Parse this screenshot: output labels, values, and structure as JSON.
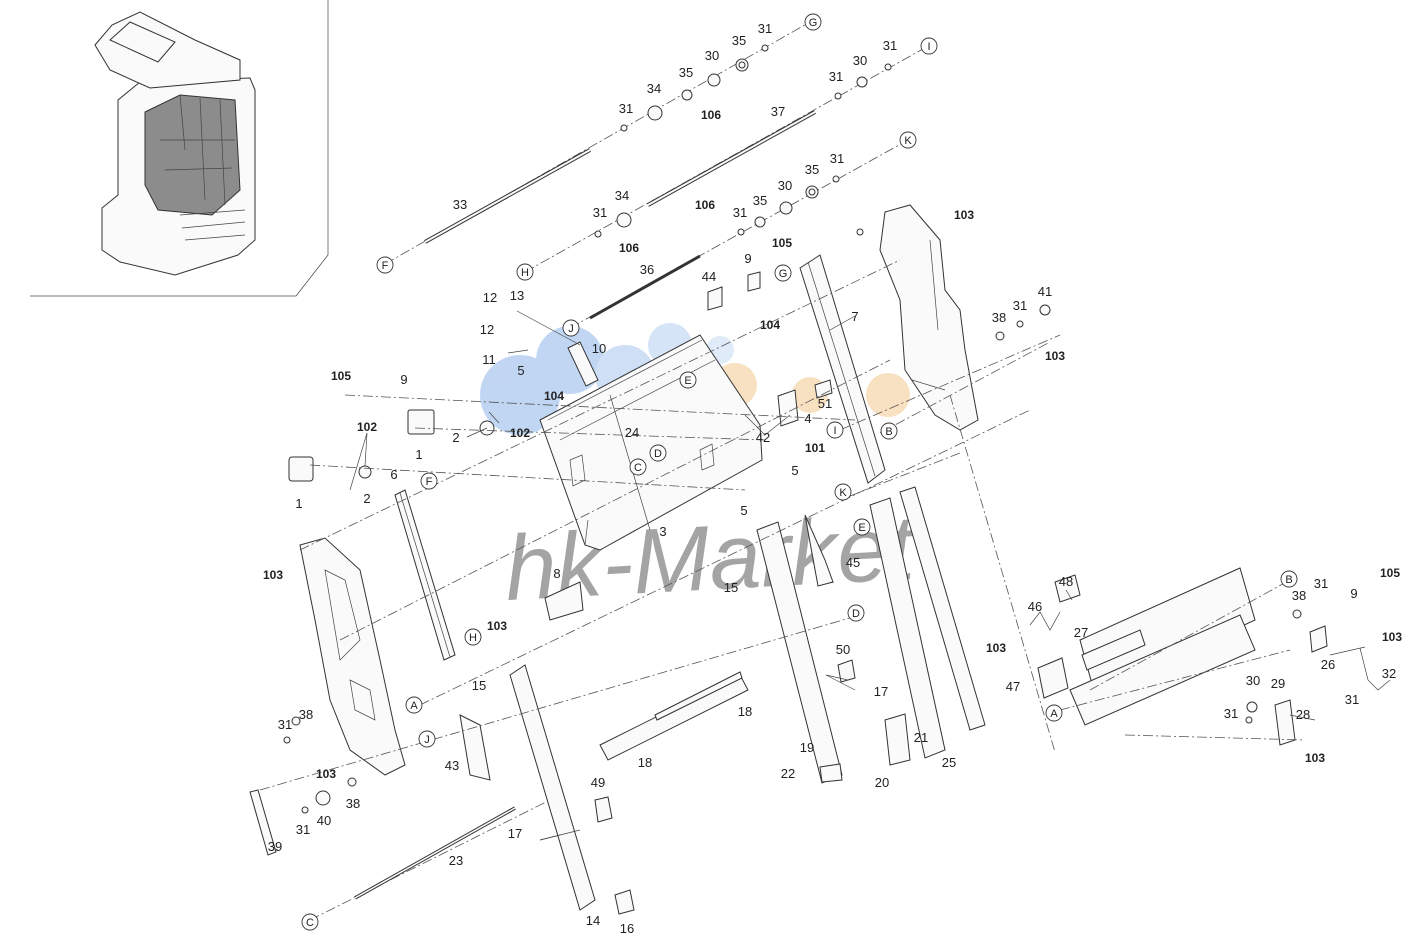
{
  "watermark": {
    "text": "hk-Market",
    "color": "#e8b0aa"
  },
  "colors": {
    "line": "#333333",
    "paper": "#ffffff",
    "shade": "#8c8c8c",
    "bubble_blue": "#8fb5ea",
    "bubble_orange": "#f3c990"
  },
  "letters": [
    "G",
    "I",
    "K",
    "F",
    "H",
    "J",
    "G",
    "E",
    "D",
    "C",
    "B",
    "I",
    "K",
    "F",
    "E",
    "D",
    "B",
    "A",
    "A",
    "H",
    "J",
    "C"
  ],
  "numbers": [
    "31",
    "35",
    "30",
    "34",
    "35",
    "31",
    "31",
    "30",
    "37",
    "106",
    "33",
    "31",
    "34",
    "35",
    "30",
    "35",
    "31",
    "31",
    "31",
    "106",
    "106",
    "36",
    "103",
    "105",
    "9",
    "44",
    "104",
    "7",
    "12",
    "13",
    "12",
    "11",
    "10",
    "5",
    "104",
    "105",
    "9",
    "51",
    "4",
    "42",
    "41",
    "31",
    "38",
    "103",
    "24",
    "2",
    "102",
    "102",
    "1",
    "101",
    "5",
    "2",
    "1",
    "6",
    "5",
    "3",
    "103",
    "8",
    "45",
    "15",
    "103",
    "50",
    "48",
    "46",
    "17",
    "27",
    "103",
    "47",
    "9",
    "105",
    "38",
    "31",
    "103",
    "26",
    "32",
    "31",
    "28",
    "29",
    "30",
    "31",
    "103",
    "18",
    "18",
    "19",
    "21",
    "22",
    "20",
    "25",
    "15",
    "43",
    "49",
    "31",
    "38",
    "103",
    "38",
    "17",
    "40",
    "31",
    "39",
    "23",
    "14",
    "16"
  ]
}
